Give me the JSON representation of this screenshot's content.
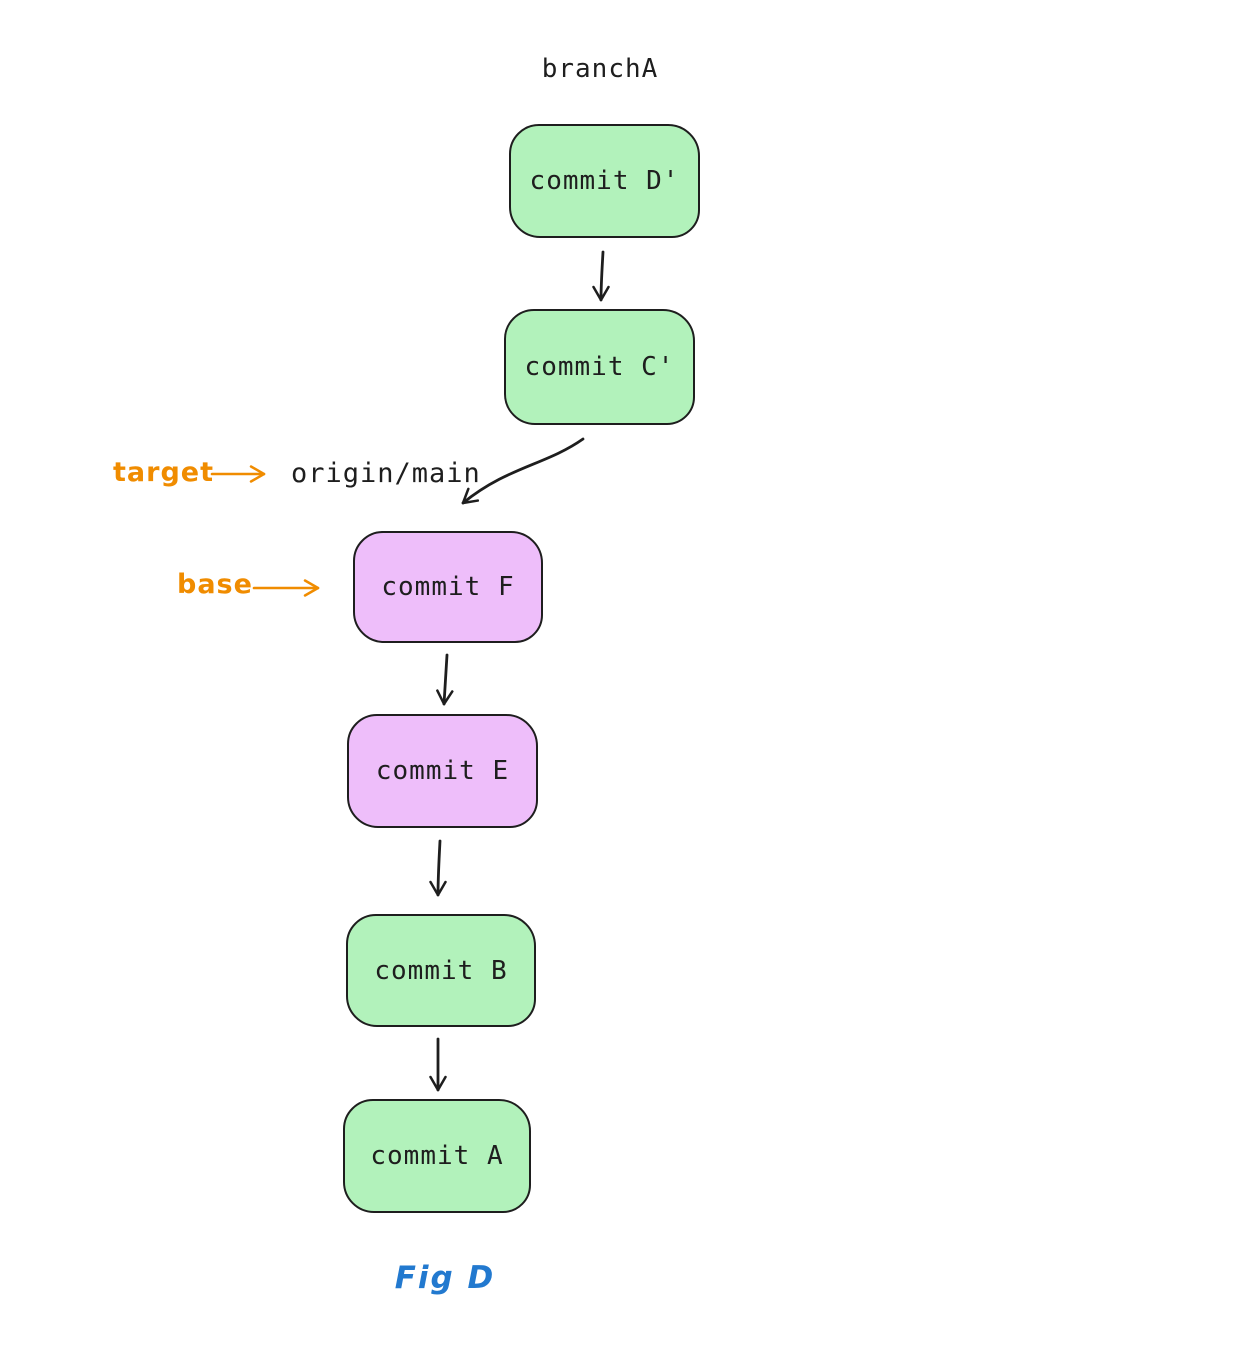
{
  "diagram": {
    "branch_label": "branchA",
    "ref_label": "origin/main",
    "caption": "Fig D",
    "annotations": {
      "target_label": "target",
      "base_label": "base"
    },
    "nodes": [
      {
        "id": "commit-d-prime",
        "label": "commit D'",
        "fill": "#b2f2bb"
      },
      {
        "id": "commit-c-prime",
        "label": "commit C'",
        "fill": "#b2f2bb"
      },
      {
        "id": "commit-f",
        "label": "commit F",
        "fill": "#eebefa"
      },
      {
        "id": "commit-e",
        "label": "commit E",
        "fill": "#eebefa"
      },
      {
        "id": "commit-b",
        "label": "commit B",
        "fill": "#b2f2bb"
      },
      {
        "id": "commit-a",
        "label": "commit A",
        "fill": "#b2f2bb"
      }
    ],
    "edges": [
      {
        "from": "commit-d-prime",
        "to": "commit-c-prime",
        "style": "straight"
      },
      {
        "from": "commit-c-prime",
        "to": "commit-f",
        "style": "curved"
      },
      {
        "from": "commit-f",
        "to": "commit-e",
        "style": "straight"
      },
      {
        "from": "commit-e",
        "to": "commit-b",
        "style": "straight"
      },
      {
        "from": "commit-b",
        "to": "commit-a",
        "style": "straight"
      }
    ],
    "annotation_edges": [
      {
        "from": "target-label",
        "to": "origin-main-label"
      },
      {
        "from": "base-label",
        "to": "commit-f"
      }
    ],
    "colors": {
      "stroke": "#1e1e1e",
      "green_fill": "#b2f2bb",
      "purple_fill": "#eebefa",
      "annotation_orange": "#f08c00",
      "caption_blue": "#2279cf",
      "background": "#ffffff"
    }
  }
}
